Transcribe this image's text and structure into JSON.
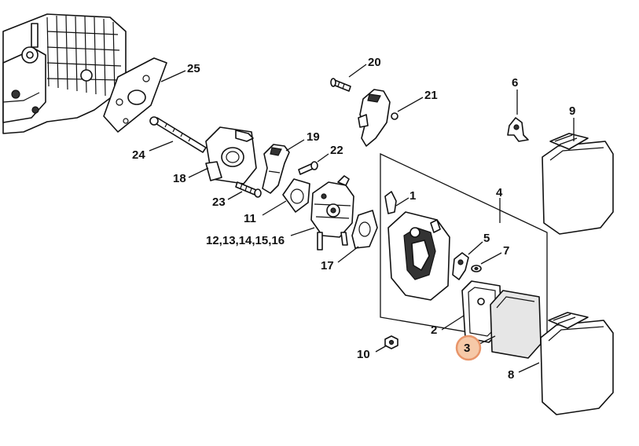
{
  "callouts": [
    {
      "id": "c25",
      "text": "25"
    },
    {
      "id": "c24",
      "text": "24"
    },
    {
      "id": "c18",
      "text": "18"
    },
    {
      "id": "c23",
      "text": "23"
    },
    {
      "id": "c19",
      "text": "19"
    },
    {
      "id": "c22",
      "text": "22"
    },
    {
      "id": "c11",
      "text": "11"
    },
    {
      "id": "c12",
      "text": "12,13,14,15,16"
    },
    {
      "id": "c17",
      "text": "17"
    },
    {
      "id": "c20",
      "text": "20"
    },
    {
      "id": "c21",
      "text": "21"
    },
    {
      "id": "c6",
      "text": "6"
    },
    {
      "id": "c9",
      "text": "9"
    },
    {
      "id": "c4",
      "text": "4"
    },
    {
      "id": "c1",
      "text": "1"
    },
    {
      "id": "c5",
      "text": "5"
    },
    {
      "id": "c7",
      "text": "7"
    },
    {
      "id": "c2",
      "text": "2"
    },
    {
      "id": "c3",
      "text": "3"
    },
    {
      "id": "c10",
      "text": "10"
    },
    {
      "id": "c8",
      "text": "8"
    }
  ],
  "highlight": {
    "callout": "3",
    "color": "#e8956a",
    "fill": "#f6c9a8"
  }
}
